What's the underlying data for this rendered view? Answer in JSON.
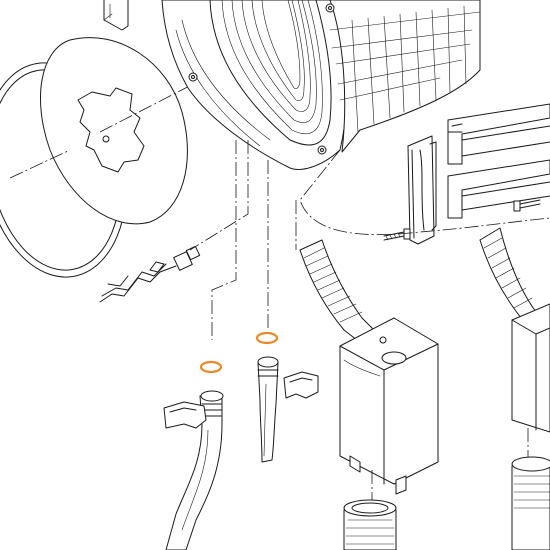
{
  "diagram": {
    "style": "exploded parts line drawing",
    "colors": {
      "line": "#1a1a1a",
      "background": "#ffffff",
      "highlight": "#e8892a"
    },
    "highlighted_parts": [
      "o-ring-seal",
      "o-ring-seal"
    ]
  }
}
